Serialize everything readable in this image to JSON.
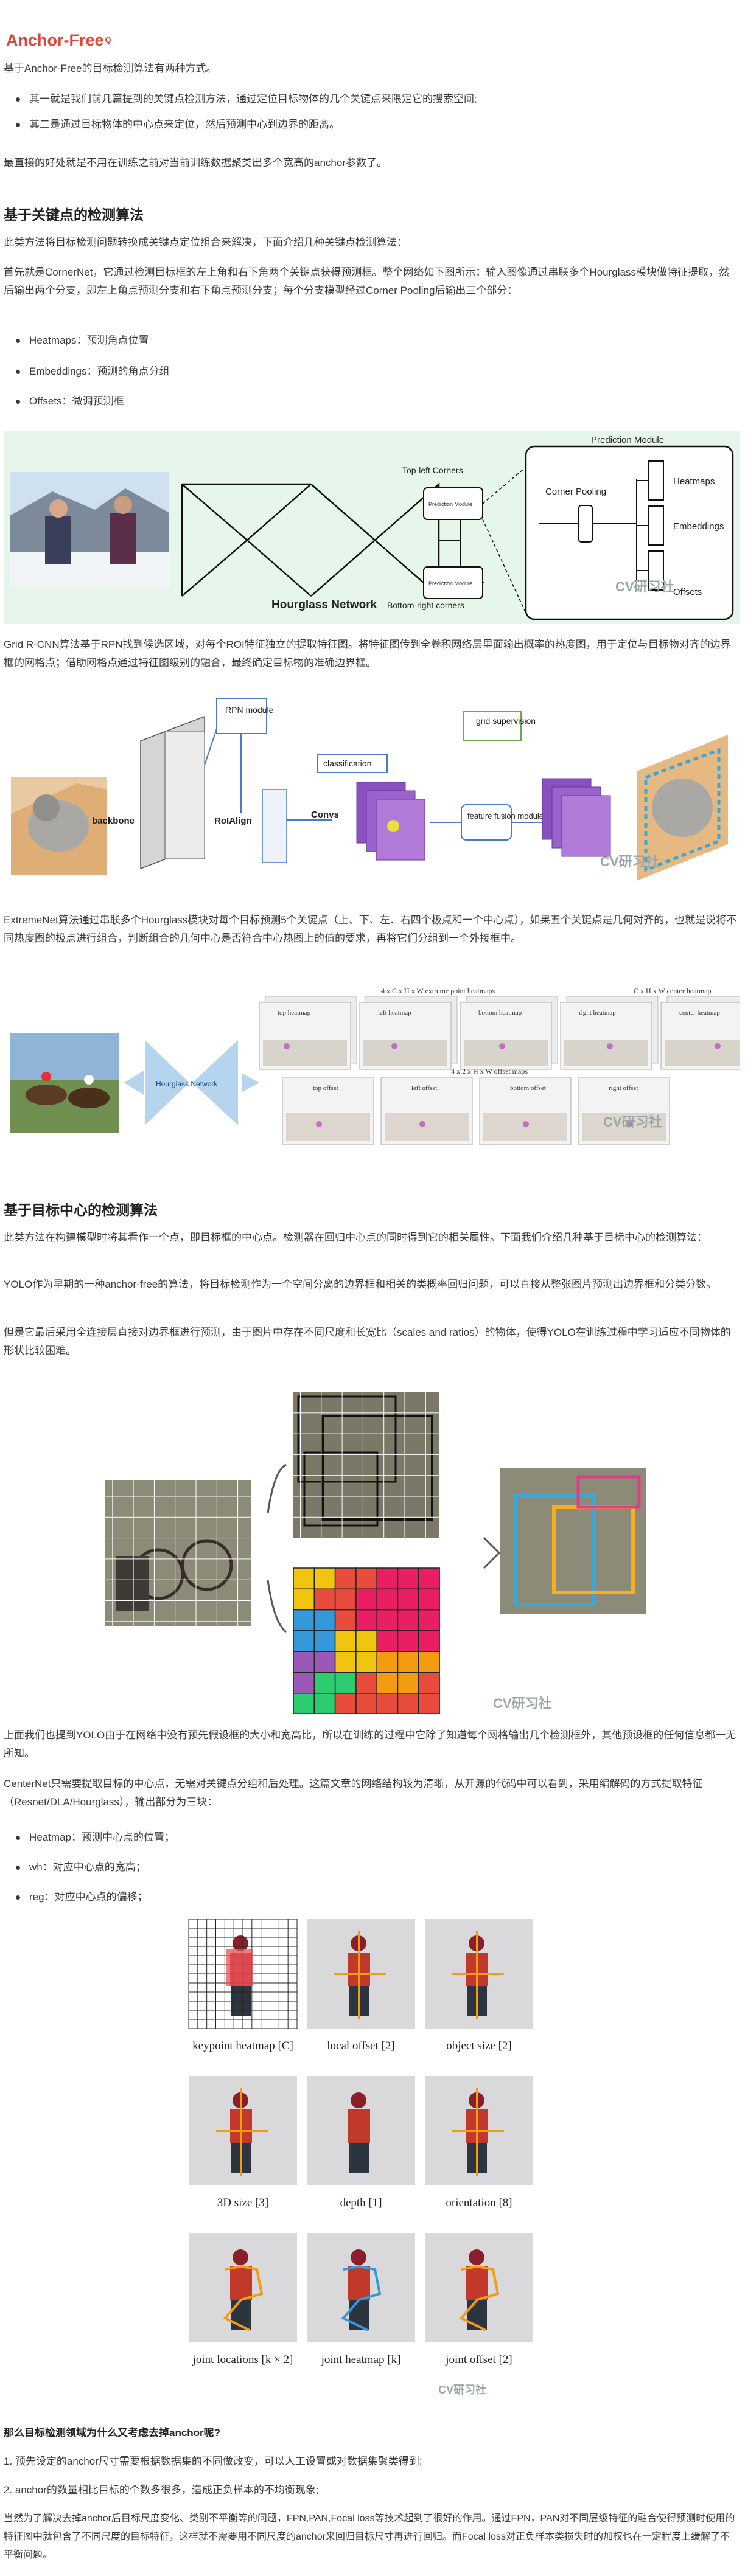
{
  "title": "Anchor-Free",
  "title_sup": "Q",
  "intro": "基于Anchor-Free的目标检测算法有两种方式。",
  "intro_bullets": [
    "其一就是我们前几篇提到的关键点检测方法，通过定位目标物体的几个关键点来限定它的搜索空间;",
    "其二是通过目标物体的中心点来定位，然后预测中心到边界的距离。"
  ],
  "intro_note": "最直接的好处就是不用在训练之前对当前训练数据聚类出多个宽高的anchor参数了。",
  "section1": {
    "heading": "基于关键点的检测算法",
    "p1": "此类方法将目标检测问题转换成关键点定位组合来解决，下面介绍几种关键点检测算法：",
    "p2": "首先就是CornerNet，它通过检测目标框的左上角和右下角两个关键点获得预测框。整个网络如下图所示：输入图像通过串联多个Hourglass模块做特征提取，然后输出两个分支，即左上角点预测分支和右下角点预测分支；每个分支模型经过Corner Pooling后输出三个部分：",
    "bullets": [
      "Heatmaps：预测角点位置",
      "Embeddings：预测的角点分组",
      "Offsets：微调预测框"
    ],
    "p3": "Grid R-CNN算法基于RPN找到候选区域，对每个ROI特征独立的提取特征图。将特征图传到全卷积网络层里面输出概率的热度图，用于定位与目标物对齐的边界框的网格点；借助网格点通过特征图级别的融合，最终确定目标物的准确边界框。",
    "p4": "ExtremeNet算法通过串联多个Hourglass模块对每个目标预测5个关键点（上、下、左、右四个极点和一个中心点），如果五个关键点是几何对齐的，也就是说将不同热度图的极点进行组合，判断组合的几何中心是否符合中心热图上的值的要求，再将它们分组到一个外接框中。"
  },
  "section2": {
    "heading": "基于目标中心的检测算法",
    "p1": "此类方法在构建模型时将其看作一个点，即目标框的中心点。检测器在回归中心点的同时得到它的相关属性。下面我们介绍几种基于目标中心的检测算法：",
    "p2": "YOLO作为早期的一种anchor-free的算法，将目标检测作为一个空间分离的边界框和相关的类概率回归问题，可以直接从整张图片预测出边界框和分类分数。",
    "p3": "但是它最后采用全连接层直接对边界框进行预测，由于图片中存在不同尺度和长宽比（scales and ratios）的物体，使得YOLO在训练过程中学习适应不同物体的形状比较困难。",
    "p4": "上面我们也提到YOLO由于在网络中没有预先假设框的大小和宽高比，所以在训练的过程中它除了知道每个网格输出几个检测框外，其他预设框的任何信息都一无所知。",
    "p5": "CenterNet只需要提取目标的中心点，无需对关键点分组和后处理。这篇文章的网络结构较为清晰，从开源的代码中可以看到，采用编解码的方式提取特征（Resnet/DLA/Hourglass），输出部分为三块：",
    "bullets": [
      "Heatmap：预测中心点的位置；",
      "wh：对应中心点的宽高；",
      "reg：对应中心点的偏移；"
    ]
  },
  "section3": {
    "heading": "那么目标检测领域为什么又考虑去掉anchor呢?",
    "p1": "1. 预先设定的anchor尺寸需要根据数据集的不同做改变，可以人工设置或对数据集聚类得到;",
    "p2": "2. anchor的数量相比目标的个数多很多，造成正负样本的不均衡现象;",
    "p3": "当然为了解决去掉anchor后目标尺度变化、类别不平衡等的问题，FPN,PAN,Focal loss等技术起到了很好的作用。通过FPN，PAN对不同层级特征的融合使得预测时使用的特征图中就包含了不同尺度的目标特征，这样就不需要用不同尺度的anchor来回归目标尺寸再进行回归。而Focal loss对正负样本类损失时的加权也在一定程度上缓解了不平衡问题。"
  },
  "fig_cornernet": {
    "hourglass": "Hourglass Network",
    "top_left": "Top-left Corners",
    "bottom_right": "Bottom-right corners",
    "pred_module": "Prediction Module",
    "pred_module_small": "Prediction Module",
    "corner_pooling": "Corner Pooling",
    "outputs": [
      "Heatmaps",
      "Embeddings",
      "Offsets"
    ],
    "watermark": "CV研习社"
  },
  "fig_gridrcnn": {
    "rpn": "RPN module",
    "backbone": "backbone",
    "roialign": "RoIAlign",
    "convs": "Convs",
    "classification": "classification",
    "grid_supervision": "grid supervision",
    "feature_fusion": "feature fusion module",
    "watermark": "CV研习社"
  },
  "fig_extremenet": {
    "hourglass": "Hourglass Network",
    "heatmap_label": "4 x C x H x W extreme point heatmaps",
    "center_label": "C x H x W center heatmap",
    "offset_label": "4 x 2 x H x W offset maps",
    "heatmaps": [
      "top heatmap",
      "left heatmap",
      "bottom heatmap",
      "right heatmap",
      "center heatmap"
    ],
    "offsets": [
      "top offset",
      "left offset",
      "bottom offset",
      "right offset"
    ],
    "watermark": "CV研习社"
  },
  "fig_yolo": {
    "watermark": "CV研习社"
  },
  "fig_centernet": {
    "captions": [
      "keypoint heatmap [C]",
      "local offset [2]",
      "object size [2]",
      "3D size [3]",
      "depth [1]",
      "orientation [8]",
      "joint locations [k × 2]",
      "joint heatmap [k]",
      "joint offset [2]"
    ],
    "watermark": "CV研习社"
  },
  "colors": {
    "title": "#e0453b",
    "text": "#3a3a3a",
    "heading": "#222222"
  }
}
